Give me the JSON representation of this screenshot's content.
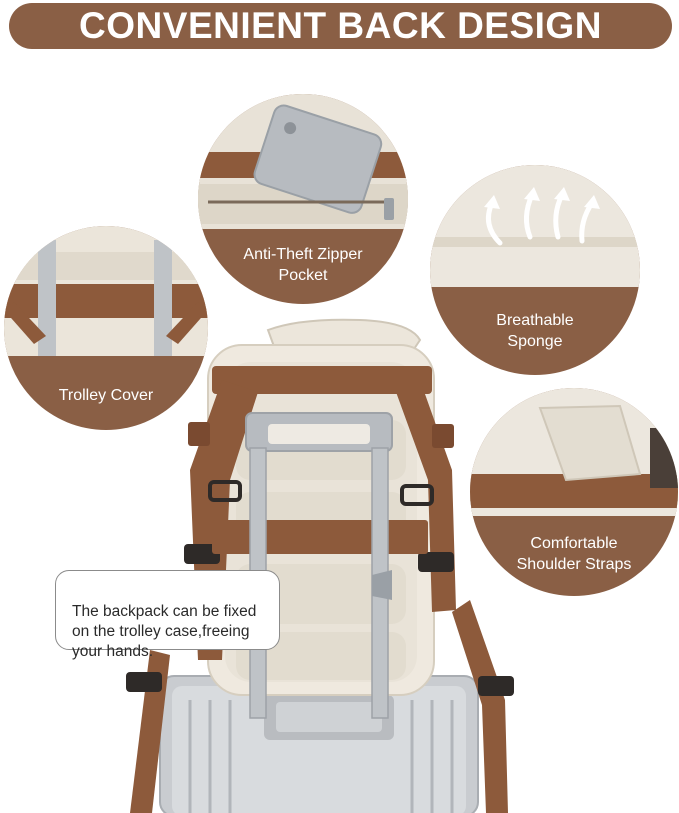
{
  "banner": {
    "title": "CONVENIENT BACK DESIGN"
  },
  "features": [
    {
      "id": "anti-theft",
      "label": "Anti-Theft Zipper\nPocket"
    },
    {
      "id": "trolley",
      "label": "Trolley Cover"
    },
    {
      "id": "breathable",
      "label": "Breathable\nSponge"
    },
    {
      "id": "straps",
      "label": "Comfortable\nShoulder Straps"
    }
  ],
  "callout": {
    "text": "The backpack can be fixed\non the trolley case,freeing\nyour hands."
  },
  "colors": {
    "brand_brown": "#8a5f45",
    "cream": "#efe9df",
    "strap_brown": "#8d5a3b",
    "silver": "#c9ccd0"
  }
}
